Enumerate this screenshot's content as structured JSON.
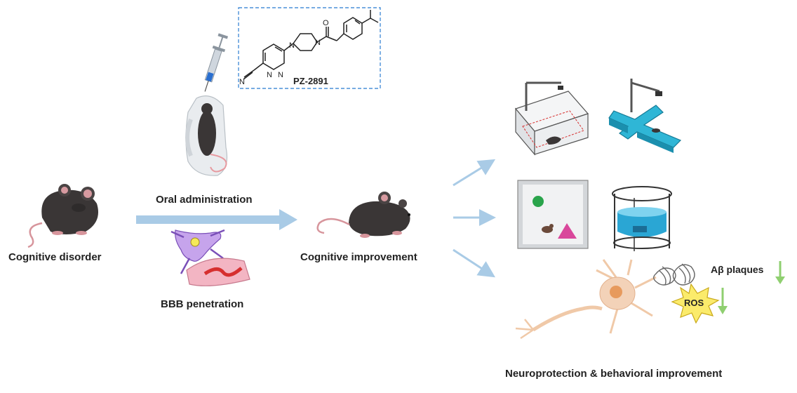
{
  "compound": {
    "name": "PZ-2891",
    "atoms": {
      "nitrogen_1": "N",
      "nitrogen_2": "N",
      "nitrogen_3": "N",
      "nitrogen_4": "N",
      "nitrogen_5": "N",
      "oxygen": "O"
    }
  },
  "labels": {
    "cognitive_disorder": "Cognitive disorder",
    "oral_administration": "Oral administration",
    "bbb_penetration": "BBB penetration",
    "cognitive_improvement": "Cognitive improvement",
    "abeta_plaques": "Aβ plaques",
    "ros": "ROS",
    "outcome": "Neuroprotection & behavioral improvement"
  },
  "colors": {
    "arrow": "#a9cbe6",
    "mouse": "#3a3636",
    "ymaze": "#2fb6d6",
    "water": "#2aa6d4",
    "decrease_arrow": "#8fcf70",
    "neuron": "#f3d2b8",
    "neuron_nucleus": "#e79a5d",
    "ros_star": "#fbeb6b",
    "bbb_cell": "#b48be0",
    "vessel": "#f1a1b4",
    "blood": "#d62f2f"
  },
  "icons": [
    "syringe-icon",
    "gloved-hand-icon",
    "mouse-icon",
    "open-field-box-icon",
    "y-maze-icon",
    "novel-object-box-icon",
    "water-maze-icon",
    "neuron-icon",
    "plaque-icon",
    "ros-star-icon",
    "down-arrow-icon"
  ]
}
